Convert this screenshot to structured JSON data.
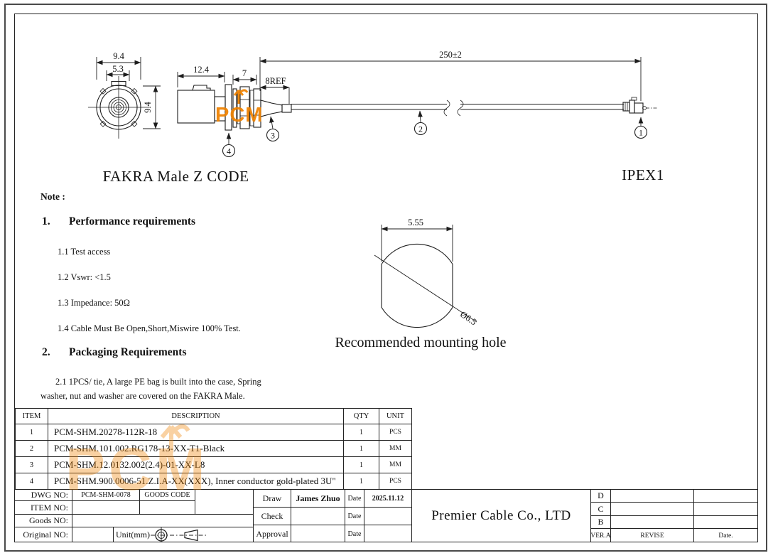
{
  "accent_color": "#EF8200",
  "views": {
    "fakra_label": "FAKRA Male Z CODE",
    "ipex_label": "IPEX1",
    "dims": {
      "front_w": "9.4",
      "front_inner": "5.3",
      "front_h": "9.4",
      "body": "12.4",
      "nut": "7",
      "ref": "8REF",
      "cable": "250±2"
    },
    "callouts": {
      "c1": "1",
      "c2": "2",
      "c3": "3",
      "c4": "4"
    }
  },
  "watermark": {
    "text": "PCM"
  },
  "notes": {
    "title": "Note :",
    "sections": [
      {
        "num": "1.",
        "heading": "Performance requirements",
        "items": [
          "1.1 Test access",
          "1.2 Vswr: <1.5",
          "1.3 Impedance: 50Ω",
          "1.4 Cable Must Be Open,Short,Miswire 100% Test."
        ]
      },
      {
        "num": "2.",
        "heading": "Packaging Requirements",
        "lines": [
          "2.1 1PCS/ tie, A large PE bag is built into the case, Spring",
          "washer, nut and washer are covered on the FAKRA Male."
        ]
      }
    ]
  },
  "mounting": {
    "width": "5.55",
    "diameter": "Ø6.5",
    "caption": "Recommended mounting hole"
  },
  "bom": {
    "headers": {
      "item": "ITEM",
      "description": "DESCRIPTION",
      "qty": "QTY",
      "unit": "UNIT"
    },
    "rows": [
      {
        "item": "1",
        "description": "PCM-SHM.20278-112R-18",
        "qty": "1",
        "unit": "PCS"
      },
      {
        "item": "2",
        "description": "PCM-SHM.101.002.RG178-13-XX-T1-Black",
        "qty": "1",
        "unit": "MM"
      },
      {
        "item": "3",
        "description": "PCM-SHM.12.0132.002(2.4)-01-XX-L8",
        "qty": "1",
        "unit": "MM"
      },
      {
        "item": "4",
        "description": "PCM-SHM.900.0006-51.Z.I.A-XX(XXX), Inner conductor gold-plated 3U\"",
        "qty": "1",
        "unit": "PCS"
      }
    ]
  },
  "titleblock": {
    "dwg_no_label": "DWG NO:",
    "dwg_no": "PCM-SHM-0078",
    "goods_code_label": "GOODS CODE",
    "item_no_label": "ITEM NO:",
    "goods_no_label": "Goods NO:",
    "original_no_label": "Original NO:",
    "unit_label": "Unit(mm)",
    "draw_label": "Draw",
    "draw_name": "James Zhuo",
    "draw_date_label": "Date",
    "draw_date": "2025.11.12",
    "check_label": "Check",
    "check_date_label": "Date",
    "approval_label": "Approval",
    "approval_date_label": "Date",
    "company": "Premier Cable Co., LTD",
    "revision": {
      "r1": "D",
      "r2": "C",
      "r3": "B",
      "ver": "VER.A",
      "revise": "REVISE",
      "date": "Date."
    }
  }
}
